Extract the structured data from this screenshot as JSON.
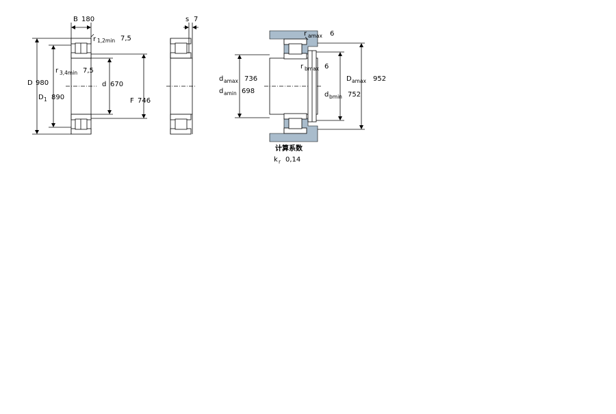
{
  "colors": {
    "steel": "#b7c4d0",
    "steel_dark": "#8fa1b2",
    "housing": "#a9bccc",
    "line": "#000000",
    "background": "#ffffff"
  },
  "view1": {
    "B_label": "B",
    "B_value": "180",
    "r12_label": "r",
    "r12_sub": "1,2min",
    "r12_value": "7,5",
    "r34_label": "r",
    "r34_sub": "3,4min",
    "r34_value": "7,5",
    "D_label": "D",
    "D_value": "980",
    "D1_label": "D",
    "D1_sub": "1",
    "D1_value": "890",
    "d_label": "d",
    "d_value": "670",
    "F_label": "F",
    "F_value": "746"
  },
  "view2": {
    "s_label": "s",
    "s_value": "7"
  },
  "view3": {
    "ra_label": "r",
    "ra_sub": "amax",
    "ra_value": "6",
    "rb_label": "r",
    "rb_sub": "bmax",
    "rb_value": "6",
    "da_max_label": "d",
    "da_max_sub": "amax",
    "da_max_value": "736",
    "da_min_label": "d",
    "da_min_sub": "amin",
    "da_min_value": "698",
    "db_min_label": "d",
    "db_min_sub": "bmin",
    "db_min_value": "752",
    "Da_max_label": "D",
    "Da_max_sub": "amax",
    "Da_max_value": "952"
  },
  "calc": {
    "title": "计算系数",
    "kr_label": "k",
    "kr_sub": "r",
    "kr_value": "0,14"
  }
}
